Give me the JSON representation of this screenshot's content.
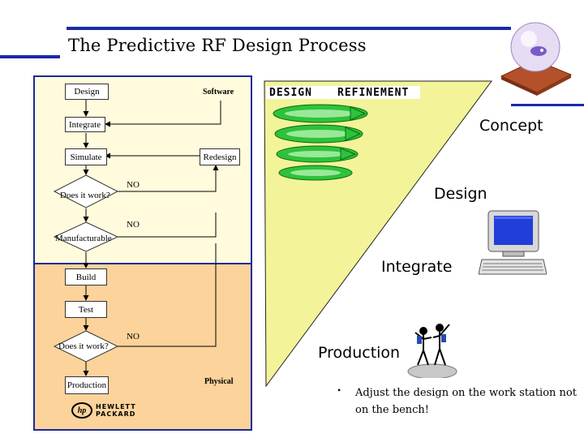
{
  "title": "The Predictive RF Design Process",
  "flowchart": {
    "boxes": {
      "design": "Design",
      "software": "Software",
      "integrate": "Integrate",
      "simulate": "Simulate",
      "redesign": "Redesign",
      "build": "Build",
      "test": "Test",
      "production": "Production",
      "physical": "Physical"
    },
    "decisions": {
      "does_it_work_1": "Does it work?",
      "manufacturable": "Manufacturable",
      "does_it_work_2": "Does it work?"
    },
    "no_labels": [
      "NO",
      "NO",
      "NO"
    ],
    "colors": {
      "software_zone": "#fffbdc",
      "physical_zone": "#fcd39a",
      "border": "#1a2a9a"
    }
  },
  "triangle": {
    "banner": {
      "design": "DESIGN",
      "refinement": "REFINEMENT"
    },
    "labels": {
      "concept": "Concept",
      "design": "Design",
      "integrate": "Integrate",
      "production": "Production"
    },
    "colors": {
      "fill": "#f3f39a",
      "spiral": "#2ec23a"
    }
  },
  "bullet": "Adjust the design on the work station not on the bench!",
  "logo": {
    "mark": "hp",
    "line1": "HEWLETT",
    "line2": "PACKARD"
  },
  "icons": [
    "crystal-ball-icon",
    "computer-icon",
    "people-icon",
    "hp-logo-icon"
  ]
}
